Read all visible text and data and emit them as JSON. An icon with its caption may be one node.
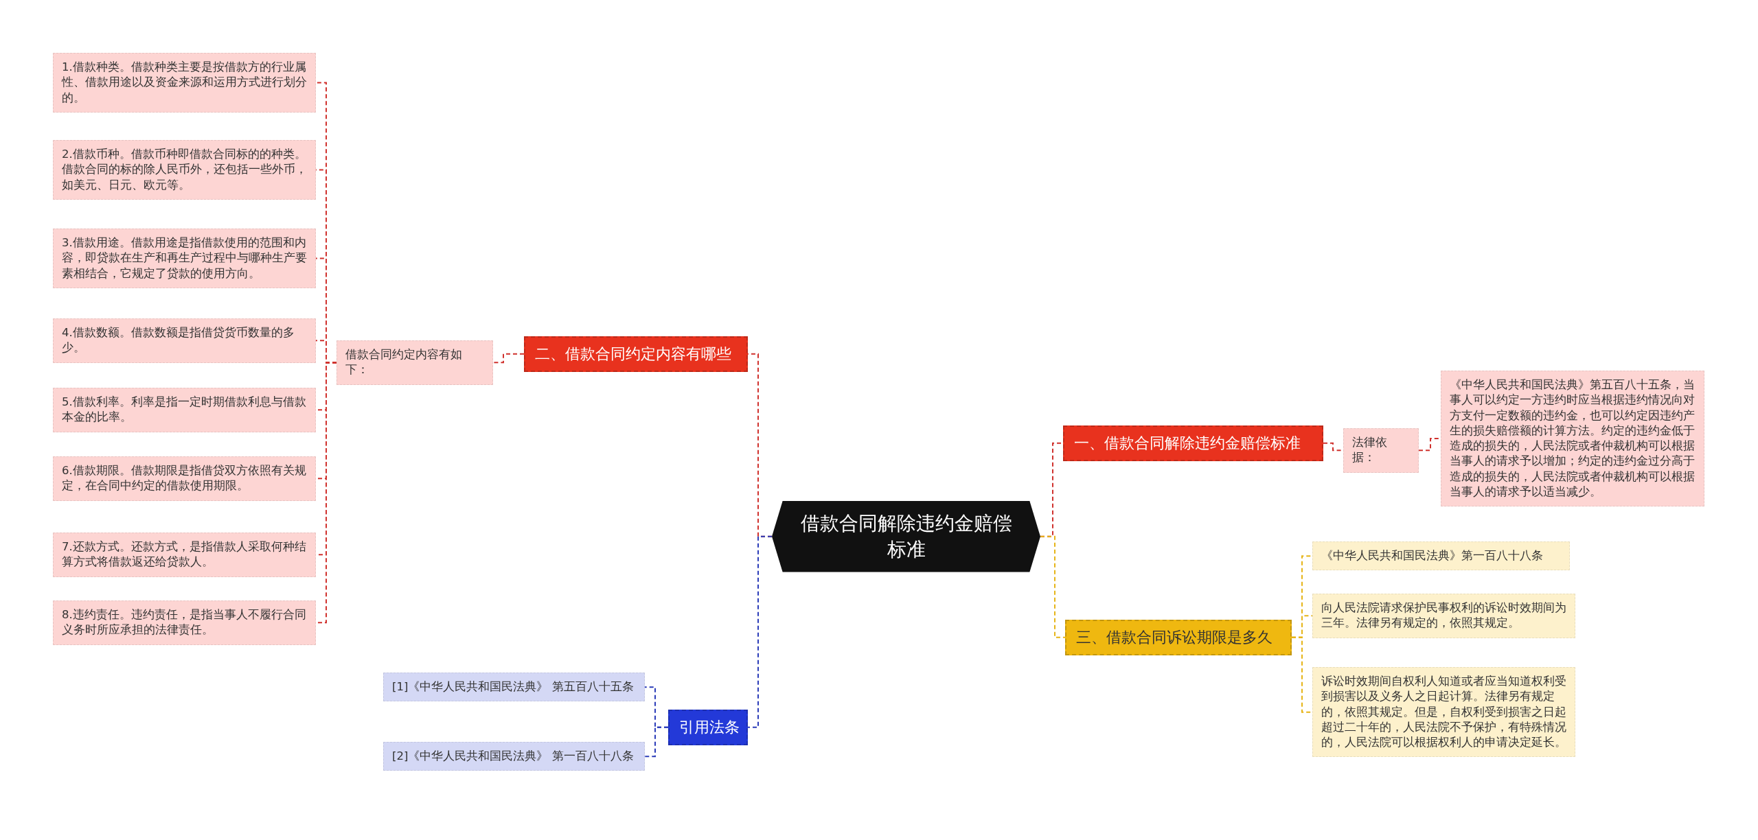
{
  "diagram": {
    "nodes": [
      {
        "text": [
          "借款合同解除违约金赔偿标准"
        ]
      },
      {
        "text": [
          "一、借款合同解除违约金赔偿标准"
        ]
      },
      {
        "text": [
          "法律依据："
        ]
      },
      {
        "text": [
          "《中华人民共和国民法典》第五百八十五条，当事人可以约定一方违约时应当根据违约情况向对方支付一定数额的违约金，也可以约定因违约产生的损失赔偿额的计算方法。约定的违约金低于造成的损失的，人民法院或者仲裁机构可以根据当事人的请求予以增加；约定的违约金过分高于造成的损失的，人民法院或者仲裁机构可以根据当事人的请求予以适当减少。"
        ]
      },
      {
        "text": [
          "二、借款合同约定内容有哪些"
        ]
      },
      {
        "text": [
          "借款合同约定内容有如下："
        ]
      },
      {
        "text": [
          "1.借款种类。借款种类主要是按借款方的行业属性、借款用途以及资金来源和运用方式进行划分的。"
        ]
      },
      {
        "text": [
          "2.借款币种。借款币种即借款合同标的的种类。借款合同的标的除人民币外，还包括一些外币，如美元、日元、欧元等。"
        ]
      },
      {
        "text": [
          "3.借款用途。借款用途是指借款使用的范围和内容，即贷款在生产和再生产过程中与哪种生产要素相结合，它规定了贷款的使用方向。"
        ]
      },
      {
        "text": [
          "4.借款数额。借款数额是指借贷货币数量的多少。"
        ]
      },
      {
        "text": [
          "5.借款利率。利率是指一定时期借款利息与借款本金的比率。"
        ]
      },
      {
        "text": [
          "6.借款期限。借款期限是指借贷双方依照有关规定，在合同中约定的借款使用期限。"
        ]
      },
      {
        "text": [
          "7.还款方式。还款方式，是指借款人采取何种结算方式将借款返还给贷款人。"
        ]
      },
      {
        "text": [
          "8.违约责任。违约责任，是指当事人不履行合同义务时所应承担的法律责任。"
        ]
      },
      {
        "text": [
          "三、借款合同诉讼期限是多久"
        ]
      },
      {
        "text": [
          "《中华人民共和国民法典》第一百八十八条"
        ]
      },
      {
        "text": [
          "向人民法院请求保护民事权利的诉讼时效期间为三年。法律另有规定的，依照其规定。"
        ]
      },
      {
        "text": [
          "诉讼时效期间自权利人知道或者应当知道权利受到损害以及义务人之日起计算。法律另有规定的，依照其规定。但是，自权利受到损害之日起超过二十年的，人民法院不予保护，有特殊情况的，人民法院可以根据权利人的申请决定延长。"
        ]
      },
      {
        "text": [
          "引用法条"
        ]
      },
      {
        "text": [
          "[1]《中华人民共和国民法典》 第五百八十五条"
        ]
      },
      {
        "text": [
          "[2]《中华人民共和国民法典》 第一百八十八条"
        ]
      }
    ],
    "edges": [
      {
        "from": 0,
        "to": 1,
        "arrow": "none",
        "style": "dashed"
      },
      {
        "from": 1,
        "to": 2,
        "arrow": "none",
        "style": "dashed"
      },
      {
        "from": 2,
        "to": 3,
        "arrow": "none",
        "style": "dashed"
      },
      {
        "from": 0,
        "to": 4,
        "arrow": "none",
        "style": "dashed"
      },
      {
        "from": 4,
        "to": 5,
        "arrow": "none",
        "style": "dashed"
      },
      {
        "from": 5,
        "to": 6,
        "arrow": "none",
        "style": "dashed"
      },
      {
        "from": 5,
        "to": 7,
        "arrow": "none",
        "style": "dashed"
      },
      {
        "from": 5,
        "to": 8,
        "arrow": "none",
        "style": "dashed"
      },
      {
        "from": 5,
        "to": 9,
        "arrow": "none",
        "style": "dashed"
      },
      {
        "from": 5,
        "to": 10,
        "arrow": "none",
        "style": "dashed"
      },
      {
        "from": 5,
        "to": 11,
        "arrow": "none",
        "style": "dashed"
      },
      {
        "from": 5,
        "to": 12,
        "arrow": "none",
        "style": "dashed"
      },
      {
        "from": 5,
        "to": 13,
        "arrow": "none",
        "style": "dashed"
      },
      {
        "from": 0,
        "to": 14,
        "arrow": "none",
        "style": "dashed",
        "color": "#e6b417"
      },
      {
        "from": 14,
        "to": 15,
        "arrow": "none",
        "style": "dashed",
        "color": "#e6b417"
      },
      {
        "from": 14,
        "to": 16,
        "arrow": "none",
        "style": "dashed",
        "color": "#e6b417"
      },
      {
        "from": 14,
        "to": 17,
        "arrow": "none",
        "style": "dashed",
        "color": "#e6b417"
      },
      {
        "from": 0,
        "to": 18,
        "arrow": "none",
        "style": "dashed",
        "color": "#2a3bb8"
      },
      {
        "from": 18,
        "to": 19,
        "arrow": "none",
        "style": "dashed",
        "color": "#2a3bb8"
      },
      {
        "from": 18,
        "to": 20,
        "arrow": "none",
        "style": "dashed",
        "color": "#2a3bb8"
      }
    ]
  }
}
